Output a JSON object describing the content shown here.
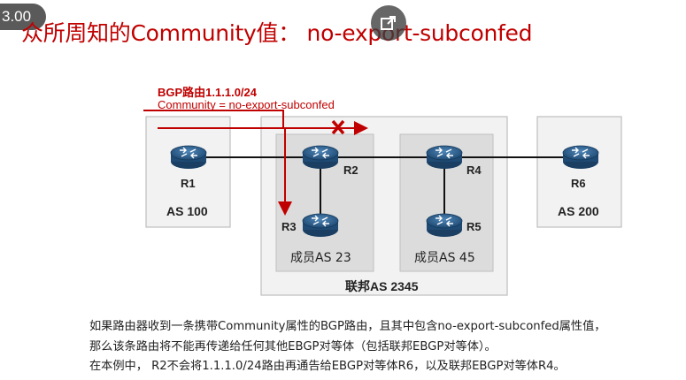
{
  "badge": "3.00",
  "title": "众所周知的Community值： no-export-subconfed",
  "diagram": {
    "route_label": "BGP路由1.1.1.0/24",
    "community_label": "Community = no-export-subconfed",
    "routers": {
      "r1": "R1",
      "r2": "R2",
      "r3": "R3",
      "r4": "R4",
      "r5": "R5",
      "r6": "R6"
    },
    "as_labels": {
      "as100": "AS 100",
      "as200": "AS 200",
      "sub23": "成员AS 23",
      "sub45": "成员AS 45",
      "confed": "联邦AS 2345"
    },
    "colors": {
      "accent": "#c00000",
      "router": "#2f5f8c",
      "box_fill": "#f2f2f2",
      "box_border": "#bfbfbf"
    }
  },
  "description": {
    "line1": "如果路由器收到一条携带Community属性的BGP路由，且其中包含no-export-subconfed属性值，",
    "line2": "那么该条路由将不能再传递给任何其他EBGP对等体（包括联邦EBGP对等体）。",
    "line3": "在本例中， R2不会将1.1.1.0/24路由再通告给EBGP对等体R6，以及联邦EBGP对等体R4。"
  }
}
